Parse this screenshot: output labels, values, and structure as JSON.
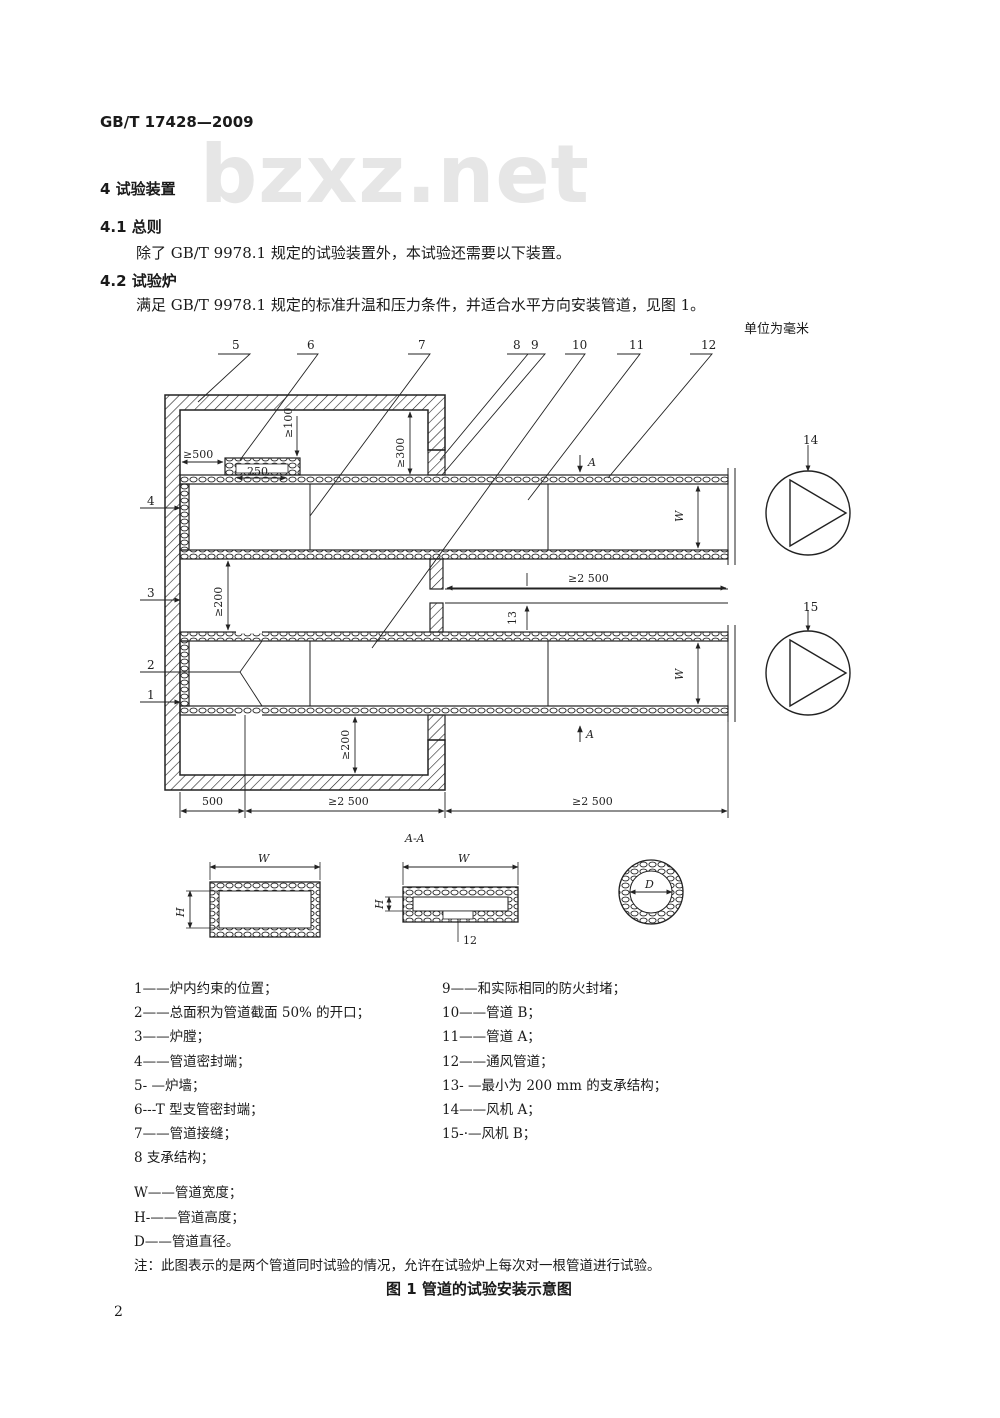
{
  "header": {
    "standard_no": "GB/T 17428—2009",
    "watermark": "bzxz.net"
  },
  "section": {
    "heading": "4  试验装置",
    "s41_title": "4.1  总则",
    "s41_text": "除了 GB/T 9978.1 规定的试验装置外，本试验还需要以下装置。",
    "s42_title": "4.2  试验炉",
    "s42_text": "满足 GB/T 9978.1 规定的标准升温和压力条件，并适合水平方向安装管道，见图 1。"
  },
  "figure": {
    "unit": "单位为毫米",
    "callouts": [
      "1",
      "2",
      "3",
      "4",
      "5",
      "6",
      "7",
      "8",
      "9",
      "10",
      "11",
      "12",
      "13",
      "14",
      "15"
    ],
    "dims": {
      "d500_top": "≥500",
      "d100": "≥100",
      "d250": "250",
      "d300": "≥300",
      "d200_mid": "≥200",
      "d200_bot": "≥200",
      "d2500_a": "≥2 500",
      "d13": "13",
      "d500_bot": "500",
      "d2500_b": "≥2 500",
      "d2500_c": "≥2 500",
      "W": "W",
      "H": "H",
      "D": "D",
      "A": "A"
    },
    "section_label": "A-A",
    "section_callout": "12"
  },
  "legend_left": [
    "1——炉内约束的位置；",
    "2——总面积为管道截面 50% 的开口；",
    "3——炉膛；",
    "4——管道密封端；",
    "5- —炉墙；",
    "6---T 型支管密封端；",
    "7——管道接缝；",
    "8   支承结构；"
  ],
  "legend_right": [
    "9——和实际相同的防火封堵；",
    "10——管道 B；",
    "11——管道 A；",
    "12——通风管道；",
    "13- —最小为 200 mm 的支承结构；",
    "14——风机 A；",
    "15-·—风机 B；"
  ],
  "symbols": [
    "W——管道宽度；",
    "H-——管道高度；",
    "D——管道直径。"
  ],
  "note": "注：此图表示的是两个管道同时试验的情况，允许在试验炉上每次对一根管道进行试验。",
  "caption": "图 1   管道的试验安装示意图",
  "page_number": "2"
}
